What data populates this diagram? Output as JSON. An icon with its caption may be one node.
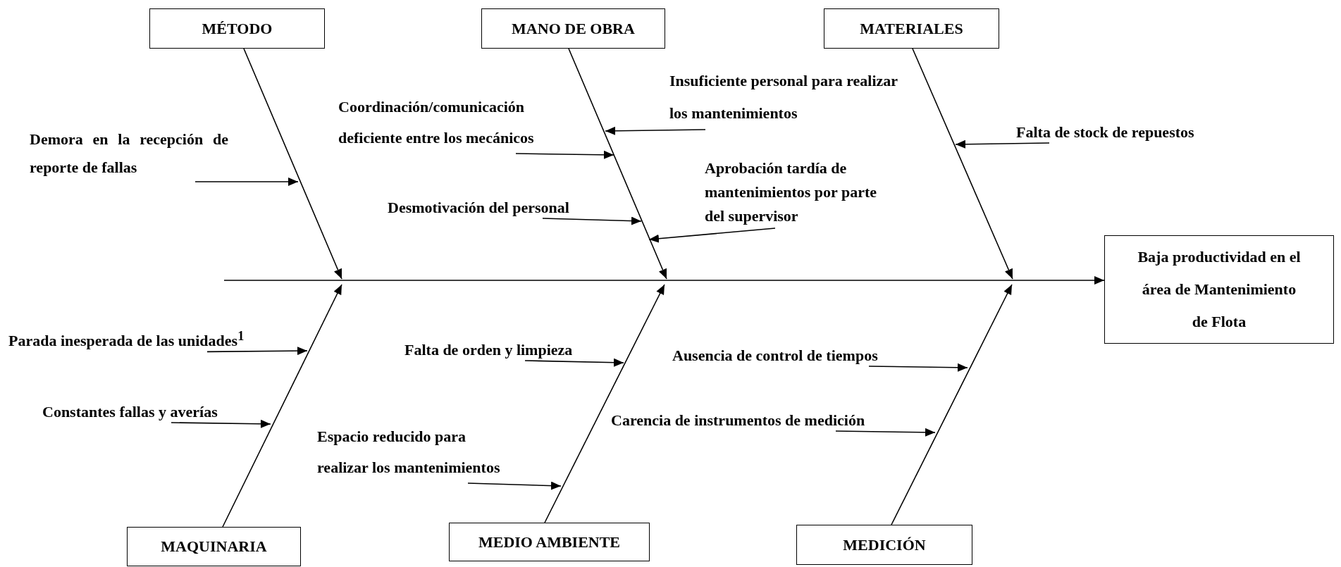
{
  "diagram": {
    "nodes": [
      {
        "text": [
          "MÉTODO"
        ]
      },
      {
        "text": [
          "MANO DE OBRA"
        ]
      },
      {
        "text": [
          "MATERIALES"
        ]
      },
      {
        "text": [
          "Baja productividad en el área de Mantenimiento de Flota"
        ]
      },
      {
        "text": [
          "MAQUINARIA"
        ]
      },
      {
        "text": [
          "MEDIO AMBIENTE"
        ]
      },
      {
        "text": [
          "MEDICIÓN"
        ]
      },
      {
        "text": [
          "Demora en la recepción de reporte de fallas"
        ]
      },
      {
        "text": [
          "Coordinación/comunicación deficiente entre los mecánicos"
        ]
      },
      {
        "text": [
          "Insuficiente personal para realizar los mantenimientos"
        ]
      },
      {
        "text": [
          "Desmotivación del personal"
        ]
      },
      {
        "text": [
          "Aprobación tardía de mantenimientos por parte del supervisor"
        ]
      },
      {
        "text": [
          "Falta de stock de repuestos"
        ]
      },
      {
        "text": [
          "Parada inesperada de las unidades$^{1}$"
        ]
      },
      {
        "text": [
          "Constantes fallas y averías"
        ]
      },
      {
        "text": [
          "Falta de orden y limpieza"
        ]
      },
      {
        "text": [
          "Espacio reducido para realizar los mantenimientos"
        ]
      },
      {
        "text": [
          "Ausencia de control de tiempos"
        ]
      },
      {
        "text": [
          "Carencia de instrumentos de medición"
        ]
      }
    ],
    "edges": [
      {
        "from": null,
        "to": 3,
        "arrow": "to"
      },
      {
        "from": 0,
        "to": null,
        "arrow": "to"
      },
      {
        "from": 1,
        "to": null,
        "arrow": "to"
      },
      {
        "from": 2,
        "to": null,
        "arrow": "to"
      },
      {
        "from": 4,
        "to": null,
        "arrow": "to"
      },
      {
        "from": 5,
        "to": null,
        "arrow": "to"
      },
      {
        "from": 6,
        "to": null,
        "arrow": "to"
      },
      {
        "from": 7,
        "to": null,
        "arrow": "to"
      },
      {
        "from": 8,
        "to": null,
        "arrow": "to"
      },
      {
        "from": 9,
        "to": null,
        "arrow": "to"
      },
      {
        "from": 10,
        "to": null,
        "arrow": "to"
      },
      {
        "from": 11,
        "to": null,
        "arrow": "to"
      },
      {
        "from": 12,
        "to": null,
        "arrow": "to"
      },
      {
        "from": 13,
        "to": null,
        "arrow": "to"
      },
      {
        "from": 14,
        "to": null,
        "arrow": "to"
      },
      {
        "from": 15,
        "to": null,
        "arrow": "to"
      },
      {
        "from": 16,
        "to": null,
        "arrow": "to"
      },
      {
        "from": 17,
        "to": null,
        "arrow": "to"
      },
      {
        "from": 18,
        "to": null,
        "arrow": "to"
      }
    ]
  }
}
